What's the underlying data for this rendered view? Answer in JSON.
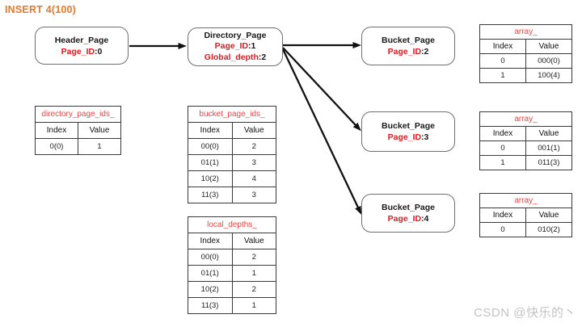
{
  "page": {
    "title": "INSERT 4(100)",
    "watermark": "CSDN @快乐的丶"
  },
  "colors": {
    "title_orange": "#ee7624",
    "node_label_red": "#e8161d",
    "table_title_red": "#f04343",
    "node_border_gray": "#6e6e6e",
    "arrow_black": "#111111",
    "watermark_gray": "#c3c3c3"
  },
  "nodes": {
    "header": {
      "title": "Header_Page",
      "fields": [
        {
          "label": "Page_ID",
          "value": ":0"
        }
      ]
    },
    "directory": {
      "title": "Directory_Page",
      "fields": [
        {
          "label": "Page_ID",
          "value": ":1"
        },
        {
          "label": "Global_depth",
          "value": ":2"
        }
      ]
    },
    "bucket2": {
      "title": "Bucket_Page",
      "fields": [
        {
          "label": "Page_ID",
          "value": ":2"
        }
      ]
    },
    "bucket3": {
      "title": "Bucket_Page",
      "fields": [
        {
          "label": "Page_ID",
          "value": ":3"
        }
      ]
    },
    "bucket4": {
      "title": "Bucket_Page",
      "fields": [
        {
          "label": "Page_ID",
          "value": ":4"
        }
      ]
    }
  },
  "tables": {
    "directory_page_ids": {
      "title": "directory_page_ids_",
      "headers": [
        "Index",
        "Value"
      ],
      "rows": [
        [
          "0(0)",
          "1"
        ]
      ]
    },
    "bucket_page_ids": {
      "title": "bucket_page_ids_",
      "headers": [
        "Index",
        "Value"
      ],
      "rows": [
        [
          "00(0)",
          "2"
        ],
        [
          "01(1)",
          "3"
        ],
        [
          "10(2)",
          "4"
        ],
        [
          "11(3)",
          "3"
        ]
      ]
    },
    "local_depths": {
      "title": "local_depths_",
      "headers": [
        "Index",
        "Value"
      ],
      "rows": [
        [
          "00(0)",
          "2"
        ],
        [
          "01(1)",
          "1"
        ],
        [
          "10(2)",
          "2"
        ],
        [
          "11(3)",
          "1"
        ]
      ]
    },
    "array_bucket2": {
      "title": "array_",
      "headers": [
        "Index",
        "Value"
      ],
      "rows": [
        [
          "0",
          "000(0)"
        ],
        [
          "1",
          "100(4)"
        ]
      ]
    },
    "array_bucket3": {
      "title": "array_",
      "headers": [
        "Index",
        "Value"
      ],
      "rows": [
        [
          "0",
          "001(1)"
        ],
        [
          "1",
          "011(3)"
        ]
      ]
    },
    "array_bucket4": {
      "title": "array_",
      "headers": [
        "Index",
        "Value"
      ],
      "rows": [
        [
          "0",
          "010(2)"
        ]
      ]
    }
  }
}
